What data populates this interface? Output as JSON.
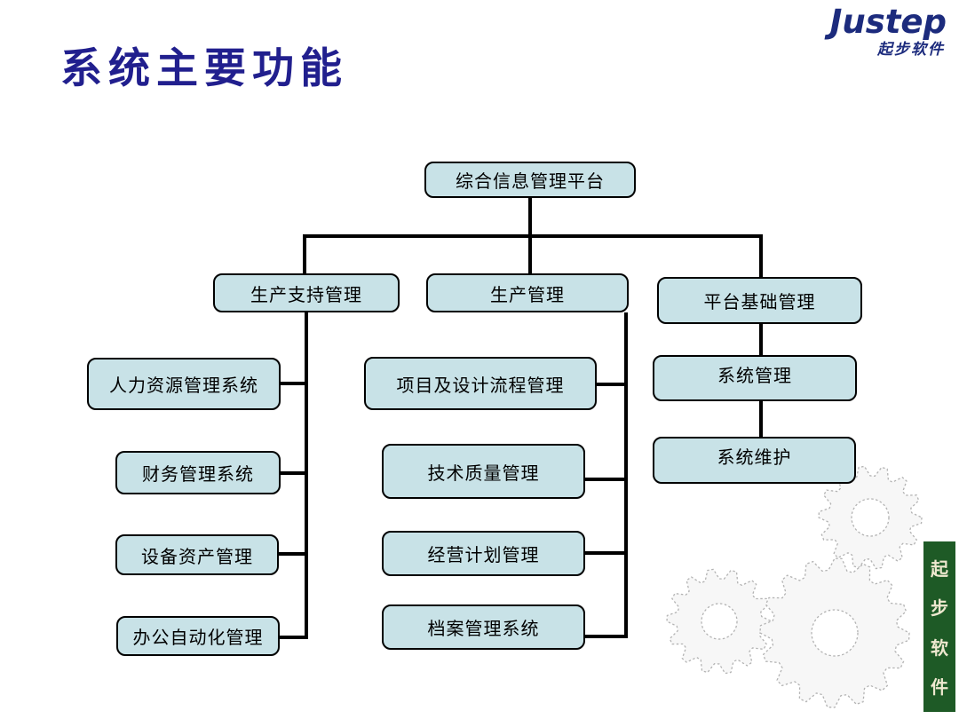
{
  "title": "系统主要功能",
  "logo": {
    "brand": "Justep",
    "subtitle": "起步软件"
  },
  "sidebar_vertical": {
    "chars": [
      "起",
      "步",
      "软",
      "件"
    ]
  },
  "diagram": {
    "type": "org-chart",
    "root": "综合信息管理平台",
    "level2": [
      {
        "label": "生产支持管理",
        "children": [
          "人力资源管理系统",
          "财务管理系统",
          "设备资产管理",
          "办公自动化管理"
        ]
      },
      {
        "label": "生产管理",
        "children": [
          "项目及设计流程管理",
          "技术质量管理",
          "经营计划管理",
          "档案管理系统"
        ]
      },
      {
        "label": "平台基础管理",
        "children": [
          "系统管理",
          "系统维护"
        ]
      }
    ]
  },
  "colors": {
    "title_text": "#211F8E",
    "logo_text": "#1C2B7D",
    "box_fill": "#C8E2E7",
    "box_border": "#000000",
    "connector": "#000000",
    "sidebar_bg": "#1E5A26",
    "sidebar_text": "#EEE8CF",
    "gear_fill": "#F7F7F7",
    "gear_stroke": "#B3B3B3"
  }
}
